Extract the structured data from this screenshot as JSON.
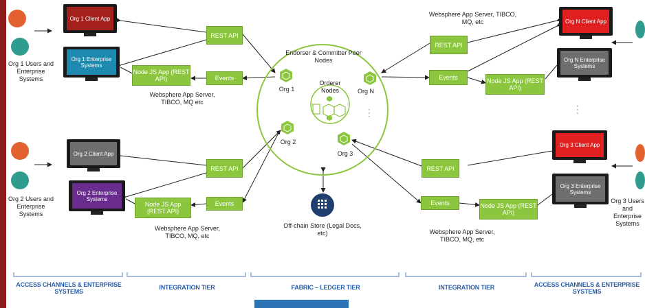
{
  "colors": {
    "accent_green": "#8cc63f",
    "org1_client": "#a3201c",
    "org1_enterprise": "#1f8ab0",
    "org2_client": "#6e6e6e",
    "org2_enterprise": "#6a2c8e",
    "orgN_client": "#e02020",
    "orgN_enterprise": "#6e6e6e",
    "org3_client": "#e02020",
    "org3_enterprise": "#6e6e6e",
    "tier_text": "#2b5ea8",
    "left_bar": "#8b1a1a"
  },
  "icons": [
    "user-avatar-icon",
    "monitor-icon",
    "hexagon-node-icon",
    "database-icon",
    "cube-icon"
  ],
  "org1": {
    "client_app": "Org 1 Client App",
    "enterprise": "Org 1 Enterprise Systems",
    "users_label": "Org 1 Users and Enterprise Systems",
    "rest_api": "REST API",
    "events": "Events",
    "node_app": "Node JS App (REST API)",
    "server_label": "Websphere App Server, TIBCO, MQ etc"
  },
  "org2": {
    "client_app": "Org 2 Client App",
    "enterprise": "Org 2 Enterprise Systems",
    "users_label": "Org 2 Users and Enterprise Systems",
    "rest_api": "REST API",
    "events": "Events",
    "node_app": "Node JS App (REST API)",
    "server_label": "Websphere App Server, TIBCO, MQ, etc"
  },
  "orgN": {
    "client_app": "Org N Client App",
    "enterprise": "Org N Enterprise Systems",
    "rest_api": "REST API",
    "events": "Events",
    "node_app": "Node JS App (REST API)",
    "server_label": "Websphere App Server, TIBCO, MQ, etc"
  },
  "org3": {
    "client_app": "Org 3 Client App",
    "enterprise": "Org 3 Enterprise Systems",
    "users_label": "Org 3 Users and Enterprise Systems",
    "rest_api": "REST API",
    "events": "Events",
    "node_app": "Node JS App (REST API)",
    "server_label": "Websphere App Server, TIBCO, MQ, etc"
  },
  "fabric": {
    "peer_title": "Endorser & Committer Peer Nodes",
    "orderer": "Orderer Nodes",
    "node_org1": "Org 1",
    "node_org2": "Org 2",
    "node_orgN": "Org N",
    "node_org3": "Org 3",
    "offchain": "Off-chain Store (Legal Docs, etc)"
  },
  "tiers": {
    "left_access": "ACCESS CHANNELS & ENTERPRISE SYSTEMS",
    "left_integration": "INTEGRATION TIER",
    "fabric": "FABRIC – LEDGER TIER",
    "right_integration": "INTEGRATION TIER",
    "right_access": "ACCESS CHANNELS & ENTERPRISE SYSTEMS"
  }
}
